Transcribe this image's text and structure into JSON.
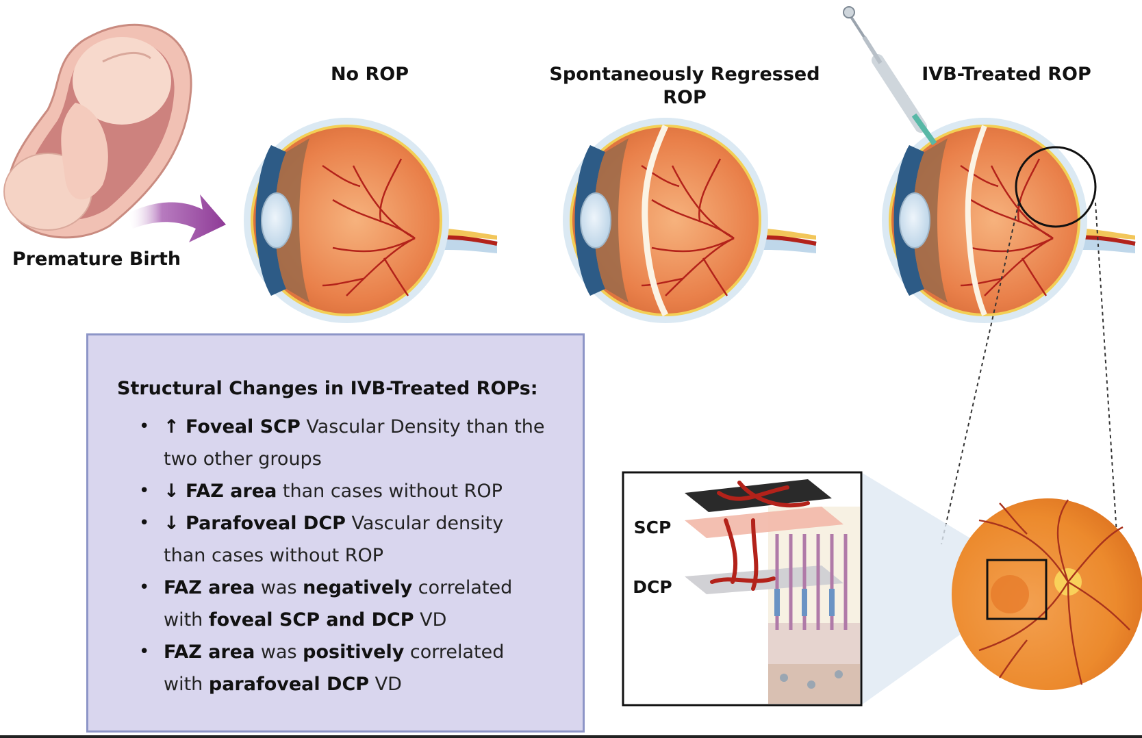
{
  "labels": {
    "premature_birth": "Premature Birth",
    "no_rop": "No ROP",
    "regressed_line1": "Spontaneously Regressed",
    "regressed_line2": "ROP",
    "ivb_treated": "IVB-Treated ROP",
    "scp": "SCP",
    "dcp": "DCP"
  },
  "panel": {
    "title": "Structural Changes in IVB-Treated ROPs:",
    "bullets": [
      [
        {
          "t": "↑ Foveal SCP",
          "b": true
        },
        {
          "t": " Vascular Density than the two other groups",
          "b": false
        }
      ],
      [
        {
          "t": "↓  FAZ area",
          "b": true
        },
        {
          "t": " than cases without ROP",
          "b": false
        }
      ],
      [
        {
          "t": "↓ Parafoveal DCP",
          "b": true
        },
        {
          "t": " Vascular density than cases without ROP",
          "b": false
        }
      ],
      [
        {
          "t": "FAZ area",
          "b": true
        },
        {
          "t": " was ",
          "b": false
        },
        {
          "t": "negatively",
          "b": true
        },
        {
          "t": " correlated with ",
          "b": false
        },
        {
          "t": "foveal SCP and DCP",
          "b": true
        },
        {
          "t": " VD",
          "b": false
        }
      ],
      [
        {
          "t": "FAZ area",
          "b": true
        },
        {
          "t": " was ",
          "b": false
        },
        {
          "t": "positively",
          "b": true
        },
        {
          "t": " correlated with ",
          "b": false
        },
        {
          "t": "parafoveal DCP",
          "b": true
        },
        {
          "t": " VD",
          "b": false
        }
      ]
    ]
  },
  "colors": {
    "arrow": "#8e3a96",
    "panel_bg": "#d9d6ee",
    "panel_border": "#8d95c7",
    "eye_orange": "#e9804a",
    "vessel": "#b3221a"
  }
}
